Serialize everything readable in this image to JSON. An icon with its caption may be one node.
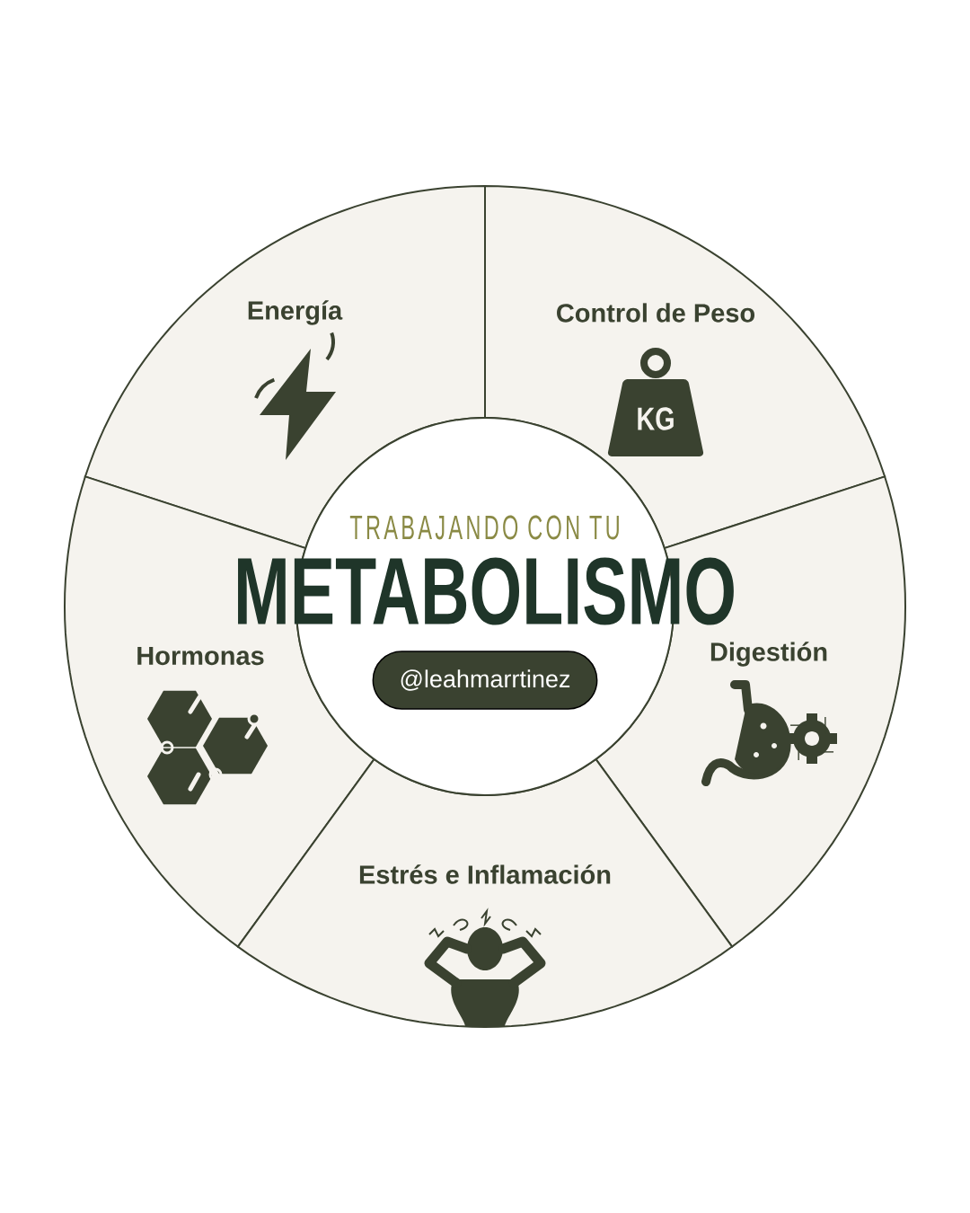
{
  "diagram": {
    "nodes": [
      {
        "text": [
          "Energía"
        ]
      },
      {
        "text": [
          "Control de Peso"
        ]
      },
      {
        "text": [
          "TRABAJANDO CON TU",
          "METABOLISMO"
        ]
      },
      {
        "text": [
          "@leahmarrtinez"
        ],
        "in": 2
      },
      {
        "text": [
          "Hormonas"
        ]
      },
      {
        "text": [
          "Digestión"
        ]
      },
      {
        "text": [
          "Estrés e Inflamación"
        ]
      }
    ],
    "labels": [
      "KG"
    ]
  }
}
